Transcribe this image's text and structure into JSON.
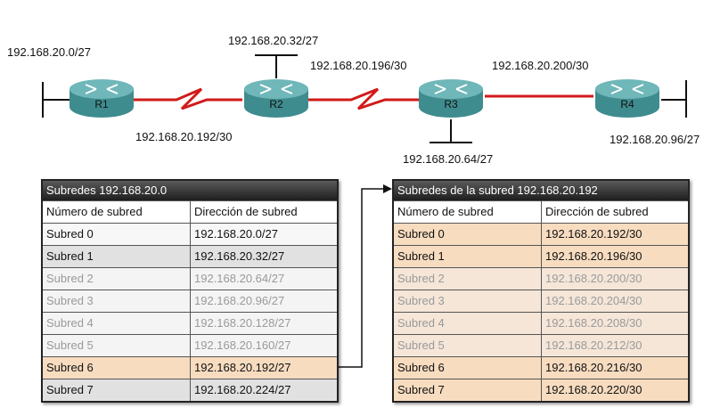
{
  "network": {
    "routers": [
      {
        "name": "R1"
      },
      {
        "name": "R2"
      },
      {
        "name": "R3"
      },
      {
        "name": "R4"
      }
    ],
    "labels": {
      "r1_lan": "192.168.20.0/27",
      "r2_lan": "192.168.20.32/27",
      "r1_r2_link": "192.168.20.192/30",
      "r2_r3_link": "192.168.20.196/30",
      "r3_r4_link": "192.168.20.200/30",
      "r3_lan": "192.168.20.64/27",
      "r4_lan": "192.168.20.96/27"
    },
    "colors": {
      "link": "#d21a1a",
      "router_body": "#3f8c8f",
      "router_top": "#6fb7b9"
    }
  },
  "left_table": {
    "title": "Subredes 192.168.20.0",
    "headers": [
      "Número de subred",
      "Dirección de subred"
    ],
    "rows": [
      [
        "Subred 0",
        "192.168.20.0/27"
      ],
      [
        "Subred 1",
        "192.168.20.32/27"
      ],
      [
        "Subred 2",
        "192.168.20.64/27"
      ],
      [
        "Subred 3",
        "192.168.20.96/27"
      ],
      [
        "Subred 4",
        "192.168.20.128/27"
      ],
      [
        "Subred 5",
        "192.168.20.160/27"
      ],
      [
        "Subred 6",
        "192.168.20.192/27"
      ],
      [
        "Subred 7",
        "192.168.20.224/27"
      ]
    ]
  },
  "right_table": {
    "title": "Subredes de la subred 192.168.20.192",
    "headers": [
      "Número de subred",
      "Dirección de subred"
    ],
    "rows": [
      [
        "Subred 0",
        "192.168.20.192/30"
      ],
      [
        "Subred 1",
        "192.168.20.196/30"
      ],
      [
        "Subred 2",
        "192.168.20.200/30"
      ],
      [
        "Subred 3",
        "192.168.20.204/30"
      ],
      [
        "Subred 4",
        "192.168.20.208/30"
      ],
      [
        "Subred 5",
        "192.168.20.212/30"
      ],
      [
        "Subred 6",
        "192.168.20.216/30"
      ],
      [
        "Subred 7",
        "192.168.20.220/30"
      ]
    ]
  }
}
